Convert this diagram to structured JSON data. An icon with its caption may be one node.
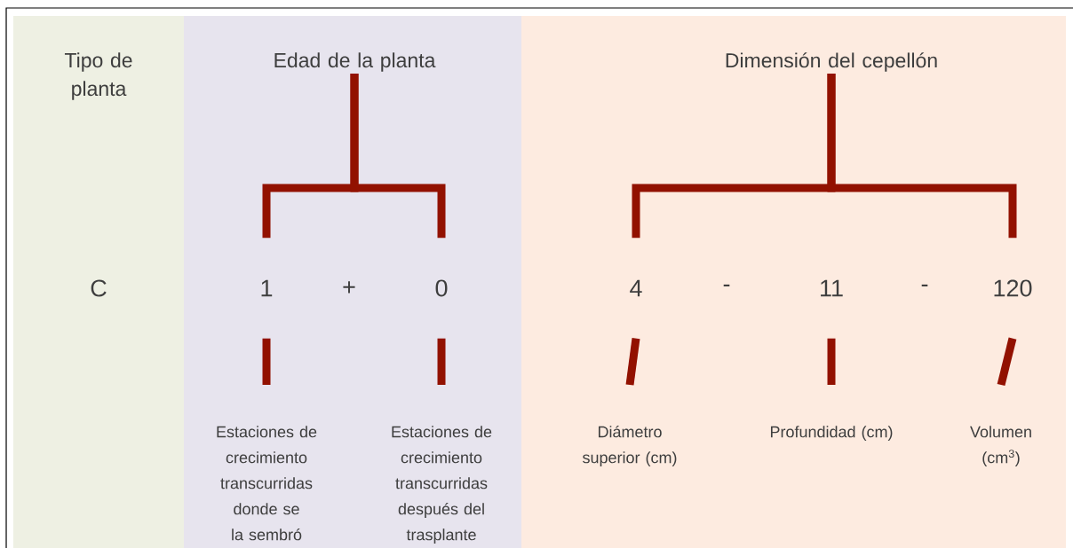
{
  "diagram": {
    "nodes": [
      {
        "text": [],
        "shape": "box"
      },
      {
        "text": [],
        "shape": "box"
      },
      {
        "text": [],
        "shape": "box"
      },
      {
        "text": [
          "Tipo de planta"
        ],
        "in": 0
      },
      {
        "text": [
          "Edad de la planta"
        ],
        "in": 1
      },
      {
        "text": [
          "Dimensión del cepellón"
        ],
        "in": 2
      },
      {
        "text": [
          "C"
        ],
        "in": 0
      },
      {
        "text": [
          "1"
        ],
        "in": 1
      },
      {
        "text": [
          "0"
        ],
        "in": 1
      },
      {
        "text": [
          "4"
        ],
        "in": 2
      },
      {
        "text": [
          "11"
        ],
        "in": 2
      },
      {
        "text": [
          "120"
        ],
        "in": 2
      },
      {
        "text": [
          "Estaciones de crecimiento transcurridas donde se la sembró"
        ],
        "in": 1
      },
      {
        "text": [
          "Estaciones de crecimiento transcurridas después del trasplante"
        ],
        "in": 1
      },
      {
        "text": [
          "Diámetro superior (cm)"
        ],
        "in": 2
      },
      {
        "text": [
          "Profundidad (cm)"
        ],
        "in": 2
      },
      {
        "text": [
          "Volumen (cm$^{3}$)"
        ],
        "in": 2
      }
    ],
    "edges": [
      {
        "from": 4,
        "to": 7,
        "arrow": "none"
      },
      {
        "from": 4,
        "to": 8,
        "arrow": "none"
      },
      {
        "from": 5,
        "to": 9,
        "arrow": "none"
      },
      {
        "from": 5,
        "to": 11,
        "arrow": "none"
      },
      {
        "from": 7,
        "to": 12,
        "arrow": "none"
      },
      {
        "from": 8,
        "to": 13,
        "arrow": "none"
      },
      {
        "from": 9,
        "to": 14,
        "arrow": "none"
      },
      {
        "from": 10,
        "to": 15,
        "arrow": "none"
      },
      {
        "from": 11,
        "to": 16,
        "arrow": "none"
      }
    ],
    "labels": [
      "+",
      "-",
      "-"
    ]
  }
}
